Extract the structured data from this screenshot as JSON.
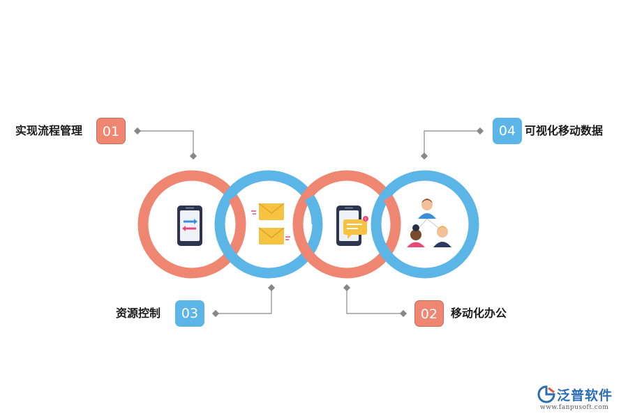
{
  "items": [
    {
      "num": "01",
      "label": "实现流程管理"
    },
    {
      "num": "02",
      "label": "移动化办公"
    },
    {
      "num": "03",
      "label": "资源控制"
    },
    {
      "num": "04",
      "label": "可视化移动数据"
    }
  ],
  "colors": {
    "orange": "#ef8672",
    "blue": "#5bb5e6",
    "connector": "#888888"
  },
  "icons": [
    "phone-transfer-icon",
    "envelopes-icon",
    "phone-message-icon",
    "team-icon"
  ],
  "logo": {
    "name": "泛普软件",
    "url": "www.fanpusoft.com"
  }
}
